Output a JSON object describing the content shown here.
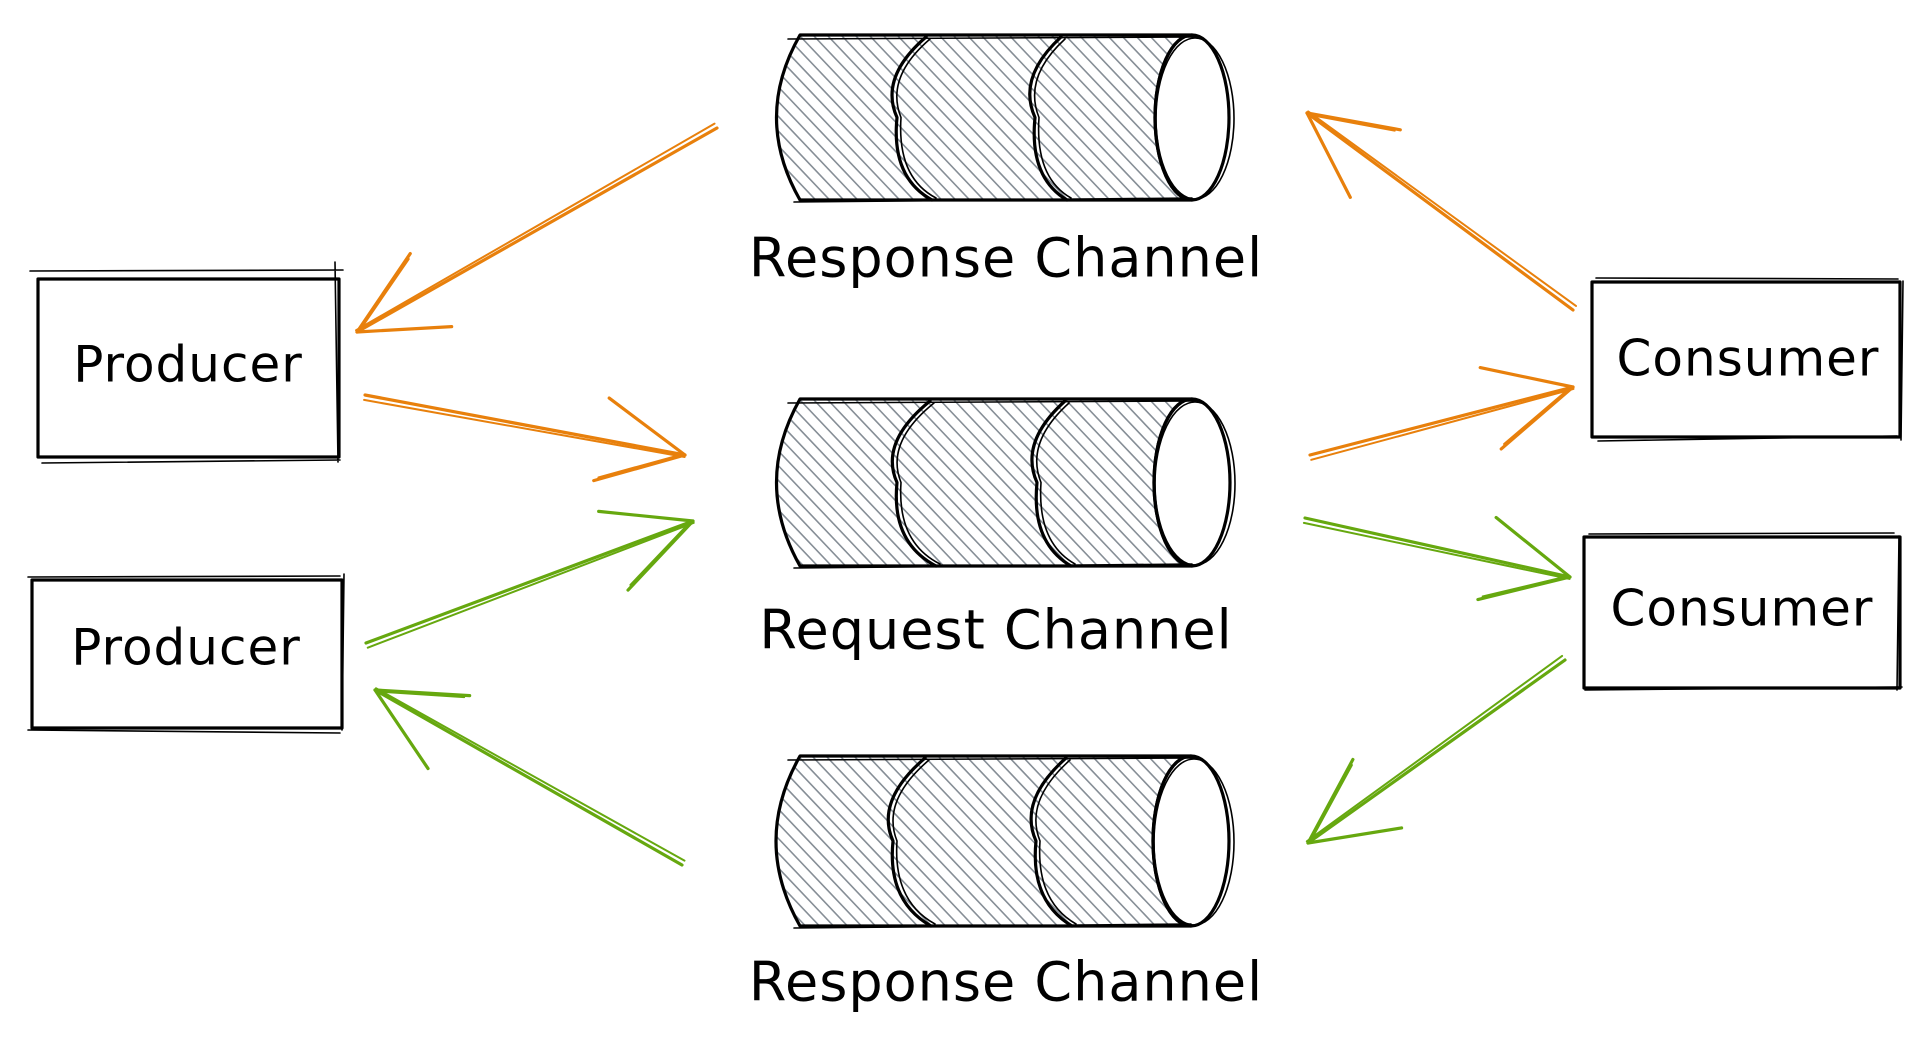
{
  "diagram": {
    "title": "Request / Response channel messaging",
    "colors": {
      "ink": "#000000",
      "hatch": "#868e96",
      "orange_flow": "#e8800c",
      "green_flow": "#66a80f",
      "background": "#ffffff"
    },
    "nodes": [
      {
        "id": "producer-1",
        "kind": "producer",
        "label": "Producer"
      },
      {
        "id": "producer-2",
        "kind": "producer",
        "label": "Producer"
      },
      {
        "id": "consumer-1",
        "kind": "consumer",
        "label": "Consumer"
      },
      {
        "id": "consumer-2",
        "kind": "consumer",
        "label": "Consumer"
      }
    ],
    "channels": [
      {
        "id": "response-channel-top",
        "label": "Response Channel"
      },
      {
        "id": "request-channel",
        "label": "Request Channel"
      },
      {
        "id": "response-channel-bottom",
        "label": "Response Channel"
      }
    ],
    "edges": [
      {
        "id": "e1",
        "from": "response-channel-top",
        "to": "producer-1",
        "color": "orange_flow"
      },
      {
        "id": "e2",
        "from": "producer-1",
        "to": "request-channel",
        "color": "orange_flow"
      },
      {
        "id": "e3",
        "from": "consumer-1",
        "to": "response-channel-top",
        "color": "orange_flow"
      },
      {
        "id": "e4",
        "from": "request-channel",
        "to": "consumer-1",
        "color": "orange_flow"
      },
      {
        "id": "e5",
        "from": "producer-2",
        "to": "request-channel",
        "color": "green_flow"
      },
      {
        "id": "e6",
        "from": "response-channel-bottom",
        "to": "producer-2",
        "color": "green_flow"
      },
      {
        "id": "e7",
        "from": "request-channel",
        "to": "consumer-2",
        "color": "green_flow"
      },
      {
        "id": "e8",
        "from": "consumer-2",
        "to": "response-channel-bottom",
        "color": "green_flow"
      }
    ]
  }
}
